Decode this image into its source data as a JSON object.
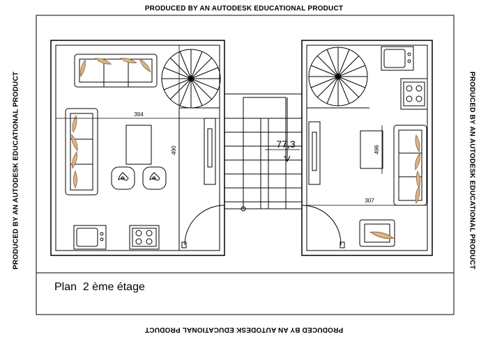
{
  "watermark": {
    "top": "PRODUCED BY AN AUTODESK EDUCATIONAL PRODUCT",
    "bottom": "PRODUCED BY AN AUTODESK EDUCATIONAL PRODUCT",
    "left": "PRODUCED BY AN AUTODESK EDUCATIONAL PRODUCT",
    "right": "PRODUCED BY AN AUTODESK EDUCATIONAL PRODUCT"
  },
  "title_block": {
    "caption": "Plan  2 ème étage"
  },
  "dimensions": {
    "left_width": "394",
    "left_height": "490",
    "right_height": "496",
    "right_width": "307",
    "stair_landing": "77,3"
  },
  "colors": {
    "line": "#000000",
    "furniture_accent": "#a07040",
    "furniture_accent_fill": "#d8b890",
    "background": "#ffffff"
  }
}
